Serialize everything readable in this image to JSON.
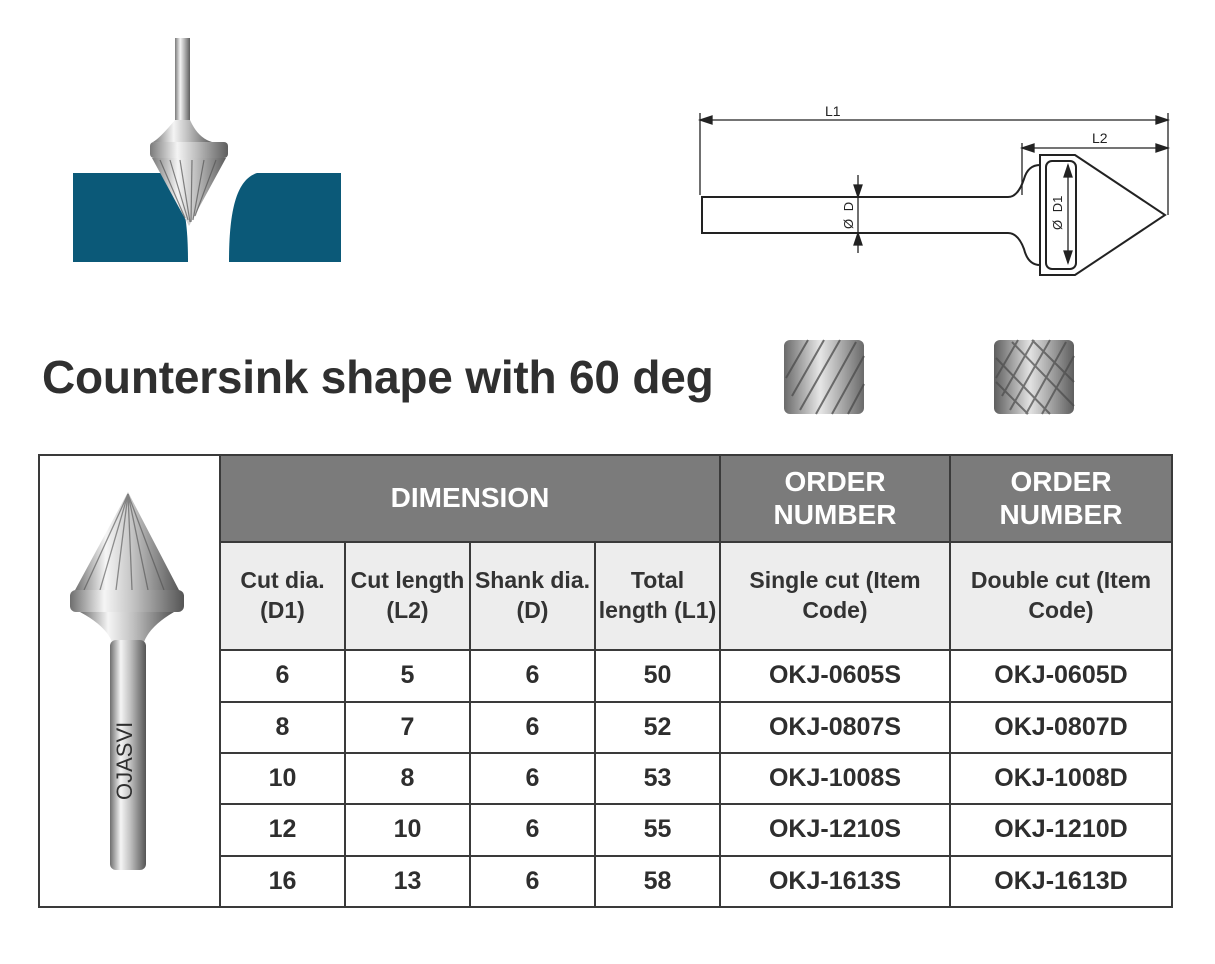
{
  "title": "Countersink shape with 60 deg",
  "diagram": {
    "label_l1": "L1",
    "label_l2": "L2",
    "label_d": "D",
    "label_d1": "D1",
    "dia_symbol": "Ø"
  },
  "brand": "OJASVI",
  "table": {
    "group_dimension": "DIMENSION",
    "group_order_single": "ORDER NUMBER",
    "group_order_double": "ORDER NUMBER",
    "headers": [
      "Cut dia. (D1)",
      "Cut length (L2)",
      "Shank dia. (D)",
      "Total length (L1)",
      "Single cut (Item Code)",
      "Double cut (Item Code)"
    ],
    "rows": [
      [
        "6",
        "5",
        "6",
        "50",
        "OKJ-0605S",
        "OKJ-0605D"
      ],
      [
        "8",
        "7",
        "6",
        "52",
        "OKJ-0807S",
        "OKJ-0807D"
      ],
      [
        "10",
        "8",
        "6",
        "53",
        "OKJ-1008S",
        "OKJ-1008D"
      ],
      [
        "12",
        "10",
        "6",
        "55",
        "OKJ-1210S",
        "OKJ-1210D"
      ],
      [
        "16",
        "13",
        "6",
        "58",
        "OKJ-1613S",
        "OKJ-1613D"
      ]
    ]
  },
  "colors": {
    "workpiece": "#0b5978",
    "header_dark": "#7b7b7b",
    "header_light": "#ededed"
  },
  "icons": {
    "illustration": "countersink-in-workpiece-illustration",
    "swatch_single": "single-cut-texture",
    "swatch_double": "double-cut-texture",
    "product": "countersink-burr-product-photo"
  }
}
